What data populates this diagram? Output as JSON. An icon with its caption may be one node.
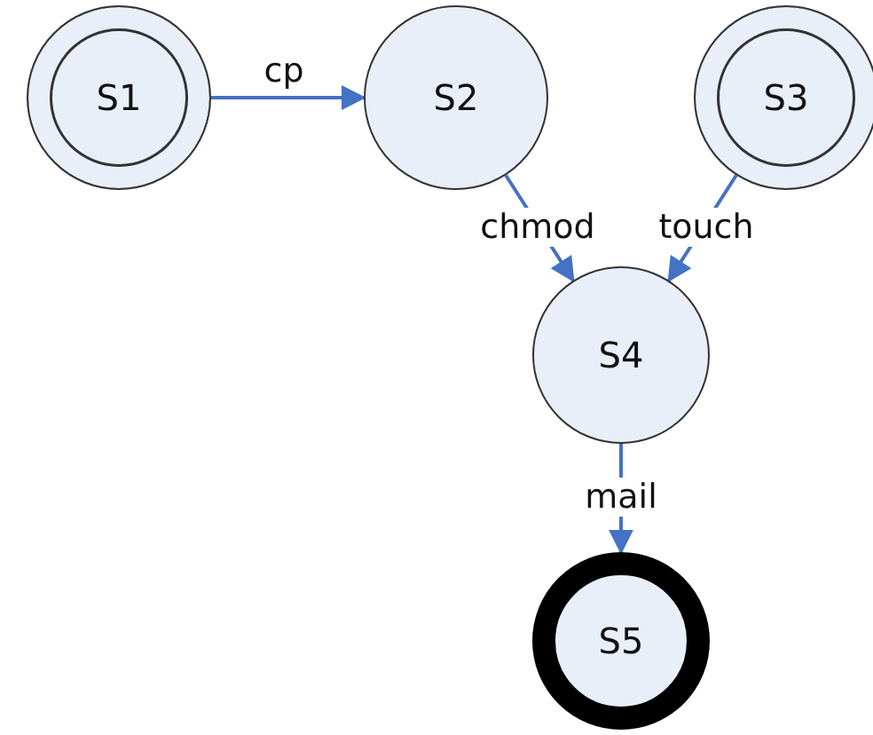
{
  "diagram": {
    "nodes": [
      {
        "text": [
          "S1"
        ]
      },
      {
        "text": [
          "S2"
        ]
      },
      {
        "text": [
          "S3"
        ]
      },
      {
        "text": [
          "S4"
        ]
      },
      {
        "text": [
          "S5"
        ]
      }
    ],
    "edges": [
      {
        "from": 0,
        "to": 1,
        "arrow": "to",
        "label": "cp"
      },
      {
        "from": 1,
        "to": 3,
        "arrow": "to",
        "label": "chmod"
      },
      {
        "from": 2,
        "to": 3,
        "arrow": "to",
        "label": "touch"
      },
      {
        "from": 3,
        "to": 4,
        "arrow": "to",
        "label": "mail"
      }
    ]
  }
}
